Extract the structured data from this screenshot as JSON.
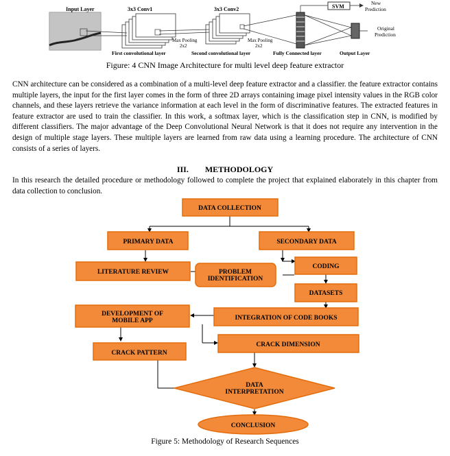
{
  "figure4": {
    "labels": {
      "input_layer": "Input Layer",
      "conv1": "3x3 Conv1",
      "conv2": "3x3 Conv2",
      "pool1": [
        "Max Pooling",
        "2x2"
      ],
      "pool2": [
        "Max Pooling",
        "2x2"
      ],
      "svm": "SVM",
      "new_prediction": [
        "New",
        "Prediction"
      ],
      "original_prediction": [
        "Original",
        "Prediction"
      ],
      "bottom": [
        "First convolutional layer",
        "Second convolutional layer",
        "Fully Connected layer",
        "Output Layer"
      ]
    },
    "caption": "Figure:  4 CNN Image Architecture for multi level deep feature extractor"
  },
  "body_text": "CNN architecture can be considered as a combination of a multi-level deep feature extractor and a classifier. the feature extractor contains multiple layers, the input for the first layer comes in the form of three 2D arrays containing image pixel intensity values in the RGB color channels, and these layers retrieve the variance information at each level in the form of discriminative features. The extracted features in feature extractor are used to train the classifier. In this work, a softmax layer, which is the classification step in CNN, is modified by different classifiers. The major advantage of the Deep Convolutional Neural Network is that it does not require any intervention in the design of multiple stage layers. These multiple layers are learned from raw data using a learning procedure. The architecture of CNN consists of a series of layers.",
  "section": {
    "number": "III.",
    "title": "METHODOLOGY"
  },
  "methodology_text": "In this research the detailed procedure or methodology followed to complete the project that explained elaborately in this chapter from data collection to conclusion.",
  "flowchart": {
    "fill": "#f28a3a",
    "border": "#e46c0a",
    "nodes": {
      "data_collection": "DATA COLLECTION",
      "primary_data": "PRIMARY DATA",
      "secondary_data": "SECONDARY DATA",
      "literature_review": "LITERATURE REVIEW",
      "problem_identification": [
        "PROBLEM",
        "IDENTIFICATION"
      ],
      "coding": "CODING",
      "datasets": "DATASETS",
      "development_app": [
        "DEVELOPMENT OF",
        "MOBILE APP"
      ],
      "integration": "INTEGRATION OF CODE BOOKS",
      "crack_dimension": "CRACK DIMENSION",
      "crack_pattern": "CRACK PATTERN",
      "data_interpretation": [
        "DATA",
        "INTERPRETATION"
      ],
      "conclusion": "CONCLUSION"
    },
    "caption": "Figure 5: Methodology of Research Sequences"
  }
}
